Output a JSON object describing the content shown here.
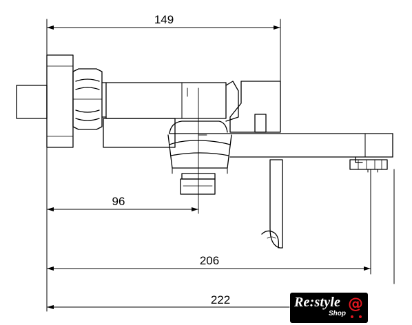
{
  "dimensions": {
    "top_width": "149",
    "inner_depth": "96",
    "spout_reach": "206",
    "total_depth": "222"
  },
  "logo": {
    "main": "Re:style",
    "sub": "Shop",
    "symbol": "@"
  },
  "colors": {
    "line": "#000000",
    "background": "#ffffff",
    "logo_background": "#000000",
    "logo_accent": "#e0161f"
  }
}
